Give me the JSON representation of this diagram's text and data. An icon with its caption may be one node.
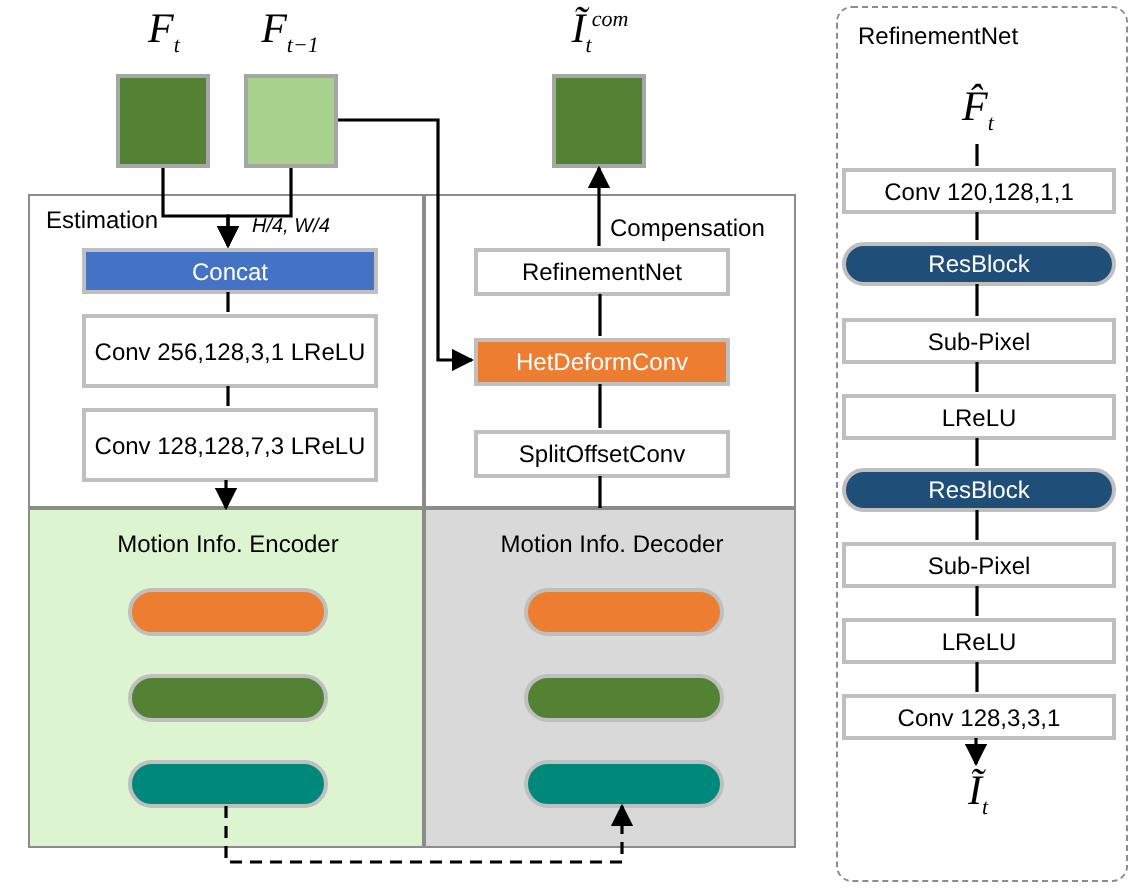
{
  "diagram": {
    "nodes": [
      {
        "text": [
          "F$_{t}$"
        ]
      },
      {
        "text": [
          "F$_{t−1}$"
        ]
      },
      {
        "text": [
          "Ĩ$_{t}$$^{com}$"
        ]
      },
      {
        "text": [
          "Estimation"
        ]
      },
      {
        "text": [
          "Concat"
        ],
        "in": 3
      },
      {
        "text": [
          "Conv 256,128,3,1 LReLU"
        ],
        "in": 3
      },
      {
        "text": [
          "Conv 128,128,7,3 LReLU"
        ],
        "in": 3
      },
      {
        "text": [
          "Compensation"
        ]
      },
      {
        "text": [
          "RefinementNet"
        ],
        "in": 7
      },
      {
        "text": [
          "HetDeformConv"
        ],
        "in": 7
      },
      {
        "text": [
          "SplitOffsetConv"
        ],
        "in": 7
      },
      {
        "text": [
          "Motion Info. Encoder"
        ]
      },
      {
        "text": [],
        "shape": "bar",
        "in": 11
      },
      {
        "text": [],
        "shape": "bar",
        "in": 11
      },
      {
        "text": [],
        "shape": "bar",
        "in": 11
      },
      {
        "text": [
          "Motion Info. Decoder"
        ]
      },
      {
        "text": [],
        "shape": "bar",
        "in": 15
      },
      {
        "text": [],
        "shape": "bar",
        "in": 15
      },
      {
        "text": [],
        "shape": "bar",
        "in": 15
      },
      {
        "text": [
          "RefinementNet"
        ]
      },
      {
        "text": [
          "F̂$_{t}$"
        ],
        "in": 19
      },
      {
        "text": [
          "Conv 120,128,1,1"
        ],
        "in": 19
      },
      {
        "text": [
          "ResBlock"
        ],
        "in": 19
      },
      {
        "text": [
          "Sub-Pixel"
        ],
        "in": 19
      },
      {
        "text": [
          "LReLU"
        ],
        "in": 19
      },
      {
        "text": [
          "ResBlock"
        ],
        "in": 19
      },
      {
        "text": [
          "Sub-Pixel"
        ],
        "in": 19
      },
      {
        "text": [
          "LReLU"
        ],
        "in": 19
      },
      {
        "text": [
          "Conv 128,3,3,1"
        ],
        "in": 19
      },
      {
        "text": [
          "Ĩ$_{t}$"
        ],
        "in": 19
      }
    ],
    "edges": [
      {
        "from": 0,
        "to": 4,
        "arrow": "to"
      },
      {
        "from": 1,
        "to": 4,
        "arrow": "to"
      },
      {
        "from": 4,
        "to": 5,
        "arrow": "none"
      },
      {
        "from": 5,
        "to": 6,
        "arrow": "none"
      },
      {
        "from": 6,
        "to": 11,
        "arrow": "to"
      },
      {
        "from": 1,
        "to": 9,
        "arrow": "to"
      },
      {
        "from": 14,
        "to": 18,
        "arrow": "to",
        "style": "dashed"
      },
      {
        "from": 15,
        "to": 10,
        "arrow": "none"
      },
      {
        "from": 10,
        "to": 9,
        "arrow": "none"
      },
      {
        "from": 9,
        "to": 8,
        "arrow": "none"
      },
      {
        "from": 8,
        "to": 2,
        "arrow": "to"
      },
      {
        "from": 20,
        "to": 21,
        "arrow": "none"
      },
      {
        "from": 21,
        "to": 22,
        "arrow": "none"
      },
      {
        "from": 22,
        "to": 23,
        "arrow": "none"
      },
      {
        "from": 23,
        "to": 24,
        "arrow": "none"
      },
      {
        "from": 24,
        "to": 25,
        "arrow": "none"
      },
      {
        "from": 25,
        "to": 26,
        "arrow": "none"
      },
      {
        "from": 26,
        "to": 27,
        "arrow": "none"
      },
      {
        "from": 27,
        "to": 28,
        "arrow": "none"
      },
      {
        "from": 28,
        "to": 29,
        "arrow": "to"
      }
    ],
    "labels": [
      "H/4, W/4"
    ]
  }
}
